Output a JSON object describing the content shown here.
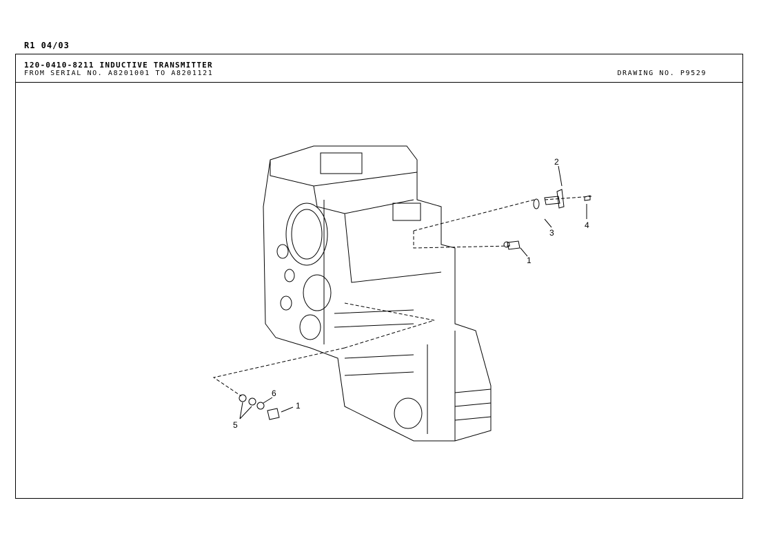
{
  "revision": "R1 04/03",
  "header": {
    "title": "120-0410-8211 INDUCTIVE TRANSMITTER",
    "serial_range": "FROM SERIAL NO. A8201001 TO A8201121",
    "drawing_number": "DRAWING NO. P9529"
  },
  "drawing": {
    "callouts": [
      "2",
      "3",
      "4",
      "1",
      "6",
      "1",
      "5"
    ]
  }
}
